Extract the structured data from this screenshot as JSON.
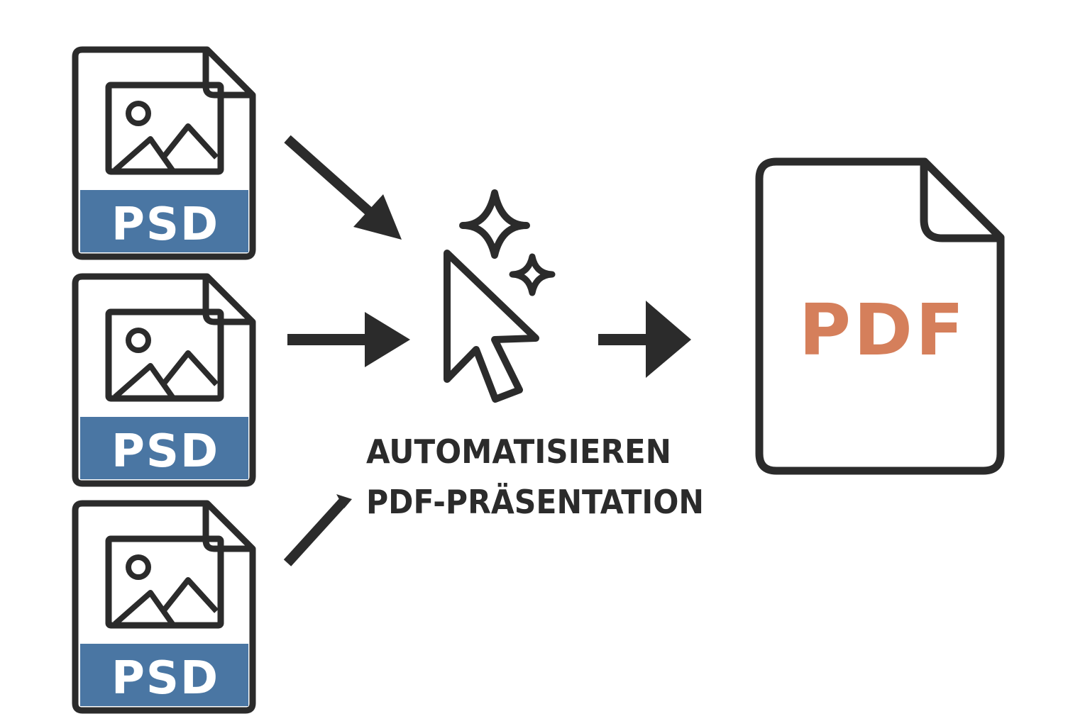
{
  "colors": {
    "stroke": "#2b2b2b",
    "psd_band": "#4a76a3",
    "pdf_text": "#d57f5b",
    "background": "#ffffff"
  },
  "source_files": [
    {
      "label": "PSD",
      "icon": "image-icon"
    },
    {
      "label": "PSD",
      "icon": "image-icon"
    },
    {
      "label": "PSD",
      "icon": "image-icon"
    }
  ],
  "process": {
    "icon": "cursor-sparkle-icon",
    "caption_line1": "AUTOMATISIEREN",
    "caption_line2": "PDF-PRÄSENTATION"
  },
  "output_file": {
    "label": "PDF"
  }
}
